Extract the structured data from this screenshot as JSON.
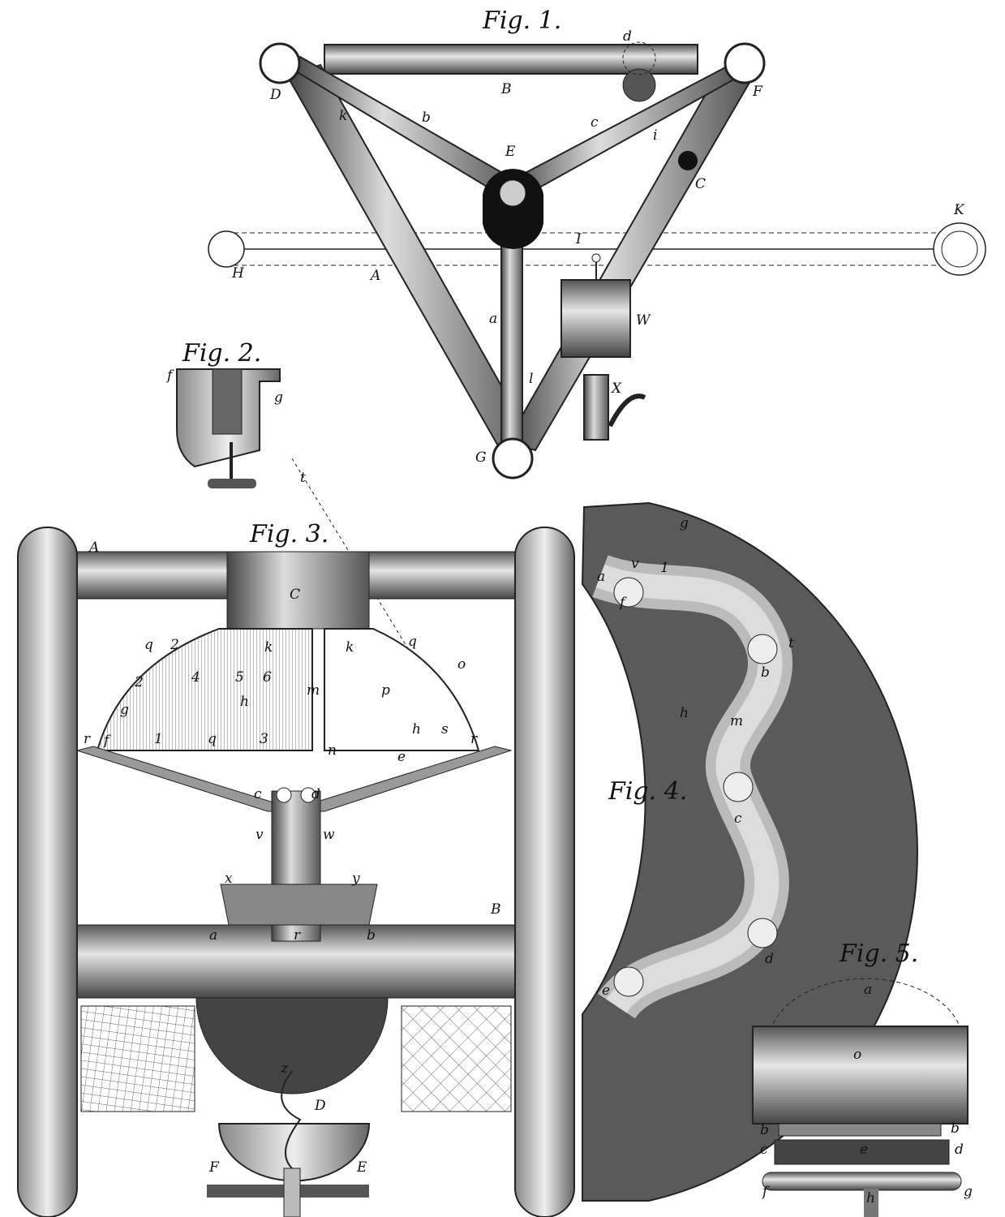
{
  "fig1": {
    "title": "Fig. 1.",
    "labels": [
      "d",
      "B",
      "D",
      "F",
      "k",
      "b",
      "c",
      "i",
      "E",
      "C",
      "K",
      "I",
      "H",
      "A",
      "a",
      "W",
      "l",
      "X",
      "G"
    ]
  },
  "fig2": {
    "title": "Fig. 2.",
    "labels": [
      "f",
      "g"
    ]
  },
  "fig3": {
    "title": "Fig. 3.",
    "labels": [
      "t",
      "A",
      "C",
      "q",
      "2",
      "4",
      "5",
      "6",
      "k",
      "2",
      "h",
      "g",
      "r",
      "f",
      "1",
      "q",
      "3",
      "m",
      "k",
      "q",
      "o",
      "p",
      "h",
      "s",
      "r",
      "n",
      "e",
      "c",
      "d",
      "v",
      "w",
      "x",
      "y",
      "B",
      "a",
      "r",
      "b",
      "z",
      "D",
      "F",
      "E"
    ]
  },
  "fig4": {
    "title": "Fig. 4.",
    "labels": [
      "g",
      "v",
      "1",
      "a",
      "f",
      "t",
      "b",
      "h",
      "m",
      "c",
      "d",
      "e"
    ]
  },
  "fig5": {
    "title": "Fig. 5.",
    "labels": [
      "a",
      "o",
      "b",
      "b",
      "c",
      "d",
      "e",
      "f",
      "h",
      "g"
    ]
  }
}
